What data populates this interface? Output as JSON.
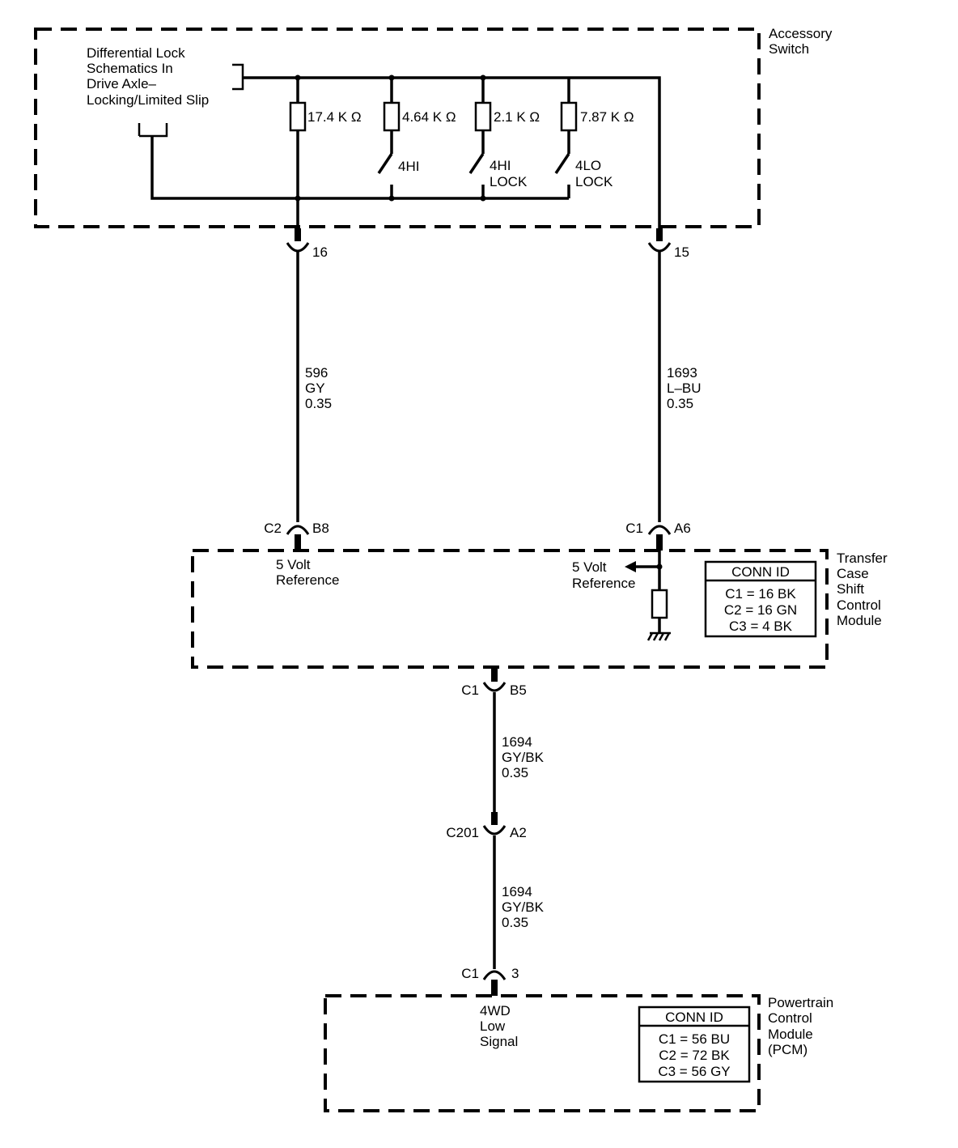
{
  "accessory_switch": {
    "name_lines": [
      "Accessory",
      "Switch"
    ],
    "note_lines": [
      "Differential Lock",
      "Schematics In",
      "Drive Axle–",
      "Locking/Limited Slip"
    ],
    "resistors": [
      {
        "value": "17.4 K Ω"
      },
      {
        "value": "4.64 K Ω",
        "switch": [
          "4HI"
        ]
      },
      {
        "value": "2.1 K Ω",
        "switch": [
          "4HI",
          "LOCK"
        ]
      },
      {
        "value": "7.87 K Ω",
        "switch": [
          "4LO",
          "LOCK"
        ]
      }
    ],
    "left_pin": "16",
    "right_pin": "15"
  },
  "wires": {
    "left": [
      "596",
      "GY",
      "0.35"
    ],
    "right": [
      "1693",
      "L–BU",
      "0.35"
    ],
    "lower": [
      "1694",
      "GY/BK",
      "0.35"
    ],
    "bottom": [
      "1694",
      "GY/BK",
      "0.35"
    ]
  },
  "tccm": {
    "name_lines": [
      "Transfer",
      "Case",
      "Shift",
      "Control",
      "Module"
    ],
    "left_conn": "C2",
    "left_pin": "B8",
    "right_conn": "C1",
    "right_pin": "A6",
    "left_ref": [
      "5 Volt",
      "Reference"
    ],
    "right_ref": [
      "5 Volt",
      "Reference"
    ],
    "bottom_conn": "C1",
    "bottom_pin": "B5",
    "conn_id": {
      "title": "CONN ID",
      "rows": [
        "C1 = 16 BK",
        "C2 = 16 GN",
        "C3 = 4 BK"
      ]
    }
  },
  "inline": {
    "conn": "C201",
    "pin": "A2"
  },
  "pcm": {
    "name_lines": [
      "Powertrain",
      "Control",
      "Module",
      "(PCM)"
    ],
    "conn": "C1",
    "pin": "3",
    "signal": [
      "4WD",
      "Low",
      "Signal"
    ],
    "conn_id": {
      "title": "CONN ID",
      "rows": [
        "C1 = 56 BU",
        "C2 = 72 BK",
        "C3 = 56 GY"
      ]
    }
  }
}
